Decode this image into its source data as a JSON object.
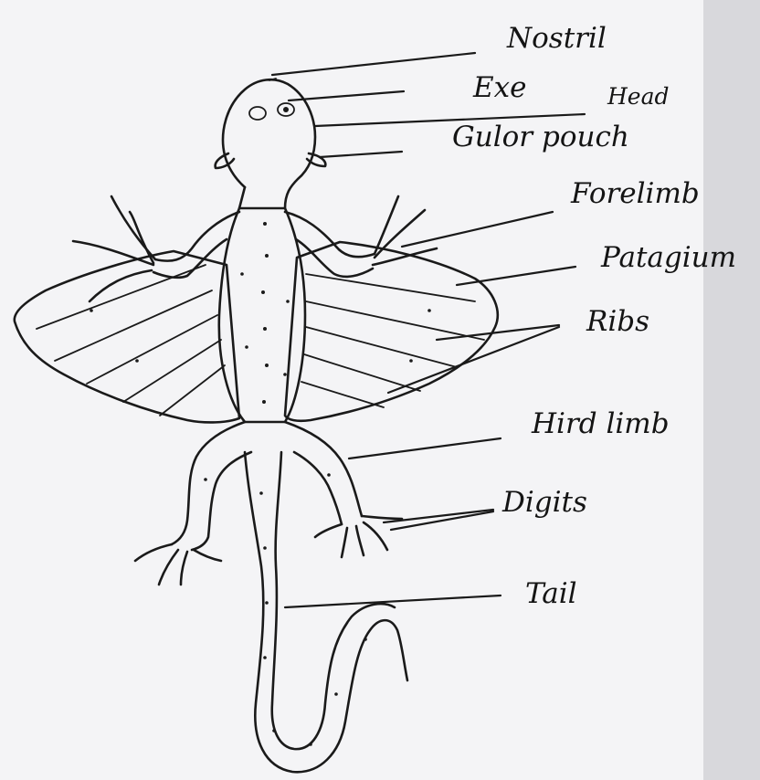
{
  "labels": {
    "nostril": "Nostril",
    "eye": "Exe",
    "head": "Head",
    "gular_pouch": "Gulor pouch",
    "fore_limb": "Forelimb",
    "patagium": "Patagium",
    "ribs": "Ribs",
    "hind_limb": "Hird limb",
    "digits": "Digits",
    "tail": "Tail"
  },
  "colors": {
    "paper": "#f4f4f6",
    "ink": "#1a1a1a"
  }
}
